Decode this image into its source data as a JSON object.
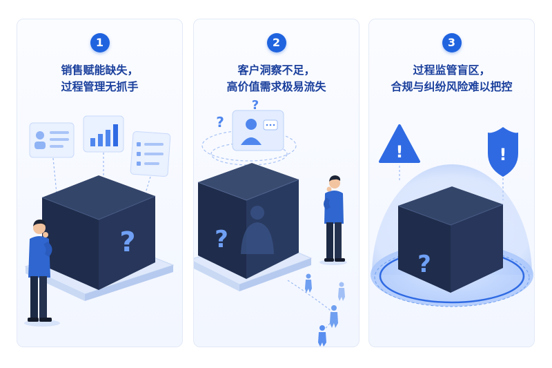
{
  "panels": [
    {
      "number": "1",
      "title_line1": "销售赋能缺失，",
      "title_line2": "过程管理无抓手"
    },
    {
      "number": "2",
      "title_line1": "客户洞察不足，",
      "title_line2": "高价值需求极易流失"
    },
    {
      "number": "3",
      "title_line1": "过程监管盲区，",
      "title_line2": "合规与纠纷风险难以把控"
    }
  ],
  "glyphs": {
    "question": "?",
    "exclamation": "!"
  },
  "colors": {
    "accent": "#1f63df",
    "title": "#1a3f9c",
    "cube_dark": "#1e2b48",
    "light_blue": "#bcd3fb"
  }
}
